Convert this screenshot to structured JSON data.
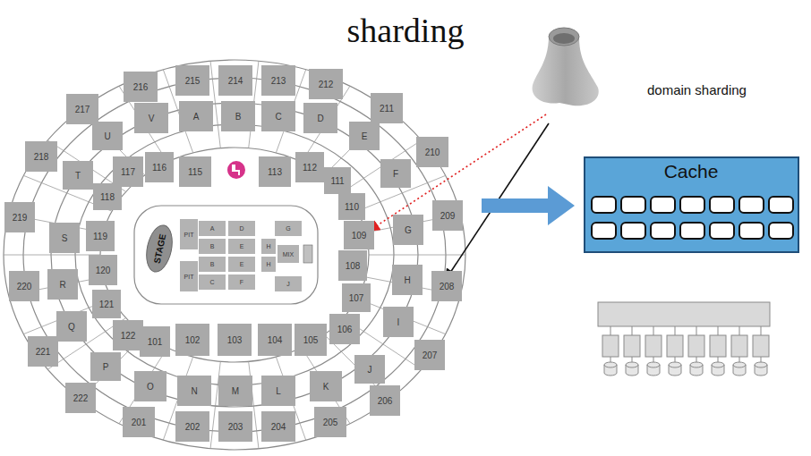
{
  "diagram": {
    "title": "sharding",
    "nodes": [
      {
        "text": [
          "216"
        ]
      },
      {
        "text": [
          "215"
        ]
      },
      {
        "text": [
          "214"
        ]
      },
      {
        "text": [
          "213"
        ]
      },
      {
        "text": [
          "212"
        ]
      },
      {
        "text": [
          "217"
        ]
      },
      {
        "text": [
          "V"
        ]
      },
      {
        "text": [
          "A"
        ]
      },
      {
        "text": [
          "B"
        ]
      },
      {
        "text": [
          "C"
        ]
      },
      {
        "text": [
          "D"
        ]
      },
      {
        "text": [
          "211"
        ]
      },
      {
        "text": [
          "U"
        ]
      },
      {
        "text": [
          "E"
        ]
      },
      {
        "text": [
          "218"
        ]
      },
      {
        "text": [
          "117"
        ]
      },
      {
        "text": [
          "116"
        ]
      },
      {
        "text": [
          "115"
        ]
      },
      {
        "text": [
          "113"
        ]
      },
      {
        "text": [
          "112"
        ]
      },
      {
        "text": [
          "210"
        ]
      },
      {
        "text": [
          "T"
        ]
      },
      {
        "text": [
          "111"
        ]
      },
      {
        "text": [
          "F"
        ]
      },
      {
        "text": [
          "118"
        ]
      },
      {
        "text": [
          "110"
        ]
      },
      {
        "text": [
          "219"
        ]
      },
      {
        "text": [
          "PIT"
        ]
      },
      {
        "text": [
          "A"
        ]
      },
      {
        "text": [
          "D"
        ]
      },
      {
        "text": [
          "G"
        ]
      },
      {
        "text": [
          "109"
        ]
      },
      {
        "text": [
          "G"
        ]
      },
      {
        "text": [
          "209"
        ]
      },
      {
        "text": [
          "S"
        ]
      },
      {
        "text": [
          "119"
        ]
      },
      {
        "text": [
          "STAGE"
        ]
      },
      {
        "text": [
          "B"
        ]
      },
      {
        "text": [
          "E"
        ]
      },
      {
        "text": [
          "H"
        ]
      },
      {
        "text": [
          "MIX"
        ]
      },
      {
        "text": [
          "B"
        ]
      },
      {
        "text": [
          "E"
        ]
      },
      {
        "text": [
          "H"
        ]
      },
      {
        "text": [
          "PIT"
        ]
      },
      {
        "text": [
          "C"
        ]
      },
      {
        "text": [
          "F"
        ]
      },
      {
        "text": [
          "J"
        ]
      },
      {
        "text": [
          "220"
        ]
      },
      {
        "text": [
          "R"
        ]
      },
      {
        "text": [
          "120"
        ]
      },
      {
        "text": [
          "108"
        ]
      },
      {
        "text": [
          "H"
        ]
      },
      {
        "text": [
          "208"
        ]
      },
      {
        "text": [
          "121"
        ]
      },
      {
        "text": [
          "107"
        ]
      },
      {
        "text": [
          "Q"
        ]
      },
      {
        "text": [
          "122"
        ]
      },
      {
        "text": [
          "101"
        ]
      },
      {
        "text": [
          "102"
        ]
      },
      {
        "text": [
          "103"
        ]
      },
      {
        "text": [
          "104"
        ]
      },
      {
        "text": [
          "105"
        ]
      },
      {
        "text": [
          "106"
        ]
      },
      {
        "text": [
          "I"
        ]
      },
      {
        "text": [
          "221"
        ]
      },
      {
        "text": [
          "207"
        ]
      },
      {
        "text": [
          "P"
        ]
      },
      {
        "text": [
          "J"
        ]
      },
      {
        "text": [
          "O"
        ]
      },
      {
        "text": [
          "N"
        ]
      },
      {
        "text": [
          "M"
        ]
      },
      {
        "text": [
          "L"
        ]
      },
      {
        "text": [
          "K"
        ]
      },
      {
        "text": [
          "222"
        ]
      },
      {
        "text": [
          "206"
        ]
      },
      {
        "text": [
          "201"
        ]
      },
      {
        "text": [
          "202"
        ]
      },
      {
        "text": [
          "203"
        ]
      },
      {
        "text": [
          "204"
        ]
      },
      {
        "text": [
          "205"
        ]
      },
      {
        "text": [
          "Cache"
        ]
      }
    ],
    "edges": [],
    "labels": [
      "domain sharding"
    ]
  }
}
